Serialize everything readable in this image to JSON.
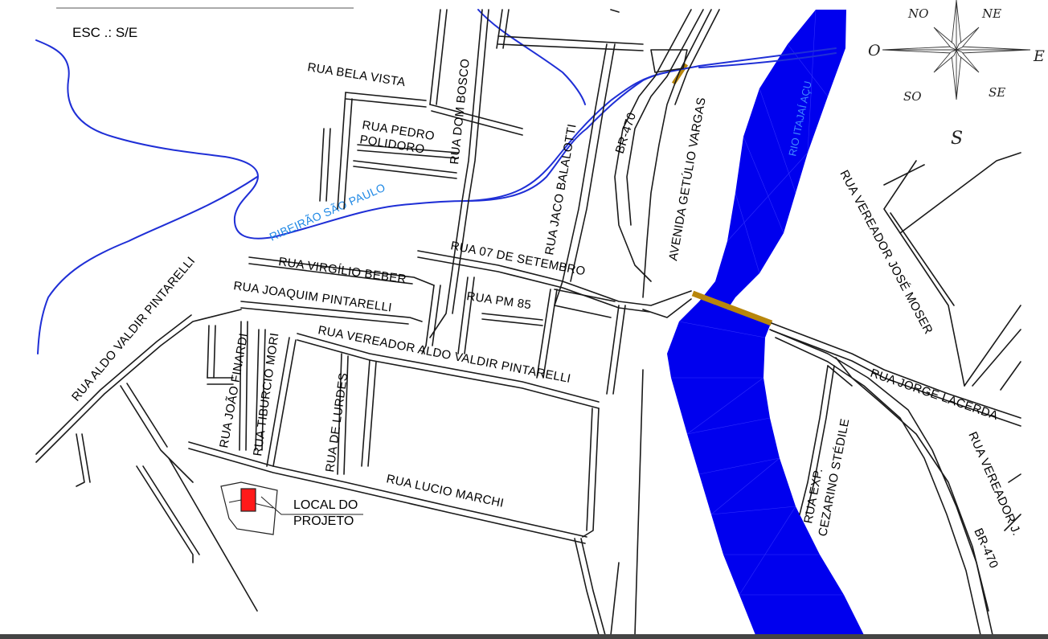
{
  "map": {
    "scale_label": "ESC .: S/E",
    "project_marker_label": [
      "LOCAL DO",
      "PROJETO"
    ],
    "project_marker_color": "#ff1a1a",
    "river_color": "#0000ee",
    "bridge_color": "#b8860b",
    "streets": {
      "bela_vista": "RUA BELA VISTA",
      "dom_bosco": "RUA DOM BOSCO",
      "pedro_polidoro": [
        "RUA PEDRO",
        "POLIDORO"
      ],
      "jaco_balalotti": "RUA JACO BALALOTTI",
      "br470_north": "BR-470",
      "getulio_vargas": "AVENIDA GETÚLIO VARGAS",
      "sete_setembro": "RUA 07 DE SETEMBRO",
      "virgilio_beber": "RUA VIRGÍLIO BEBER",
      "joaquim_pintarelli": "RUA JOAQUIM PINTARELLI",
      "pm85": "RUA PM 85",
      "aldo_valdir": "RUA ALDO VALDIR PINTARELLI",
      "joao_finardi": "RUA JOÃO FINARDI",
      "tiburcio_mori": "RUA TIBURCIO MORI",
      "de_lurdes": "RUA DE LURDES",
      "vereador_aldo": "RUA VEREADOR ALDO VALDIR PINTARELLI",
      "lucio_marchi": "RUA LUCIO MARCHI",
      "jose_moser": "RUA VEREADOR JOSÉ MOSER",
      "jorge_lacerda": "RUA JORGE LACERDA",
      "cezarino": [
        "RUA  EXP.",
        "CEZARINO STÉDILE"
      ],
      "vereador_j": "RUA VEREADOR J.",
      "br470_south": "BR-470"
    },
    "rivers": {
      "sao_paulo": "RIBEIRÃO SÃO PAULO",
      "itajai": "RIO ITAJAÍ AÇU"
    },
    "compass": {
      "n_e": "NE",
      "n_w": "NO",
      "w": "O",
      "e": "E",
      "s_w": "SO",
      "s_e": "SE",
      "s": "S"
    }
  }
}
